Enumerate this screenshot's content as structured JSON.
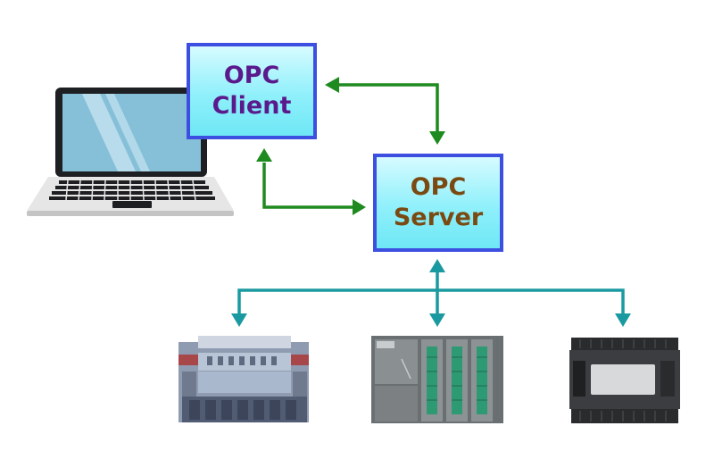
{
  "opc_client": {
    "line1": "OPC",
    "line2": "Client"
  },
  "opc_server": {
    "line1": "OPC",
    "line2": "Server"
  },
  "colors": {
    "box_border": "#3d4fe0",
    "client_text": "#5a1a8c",
    "server_text": "#7a4a12",
    "client_server_link": "#1f8a1f",
    "bus_link": "#1a9aa0"
  },
  "icons": [
    "laptop-icon",
    "plc-module-icon",
    "plc-rack-icon",
    "controller-icon"
  ]
}
